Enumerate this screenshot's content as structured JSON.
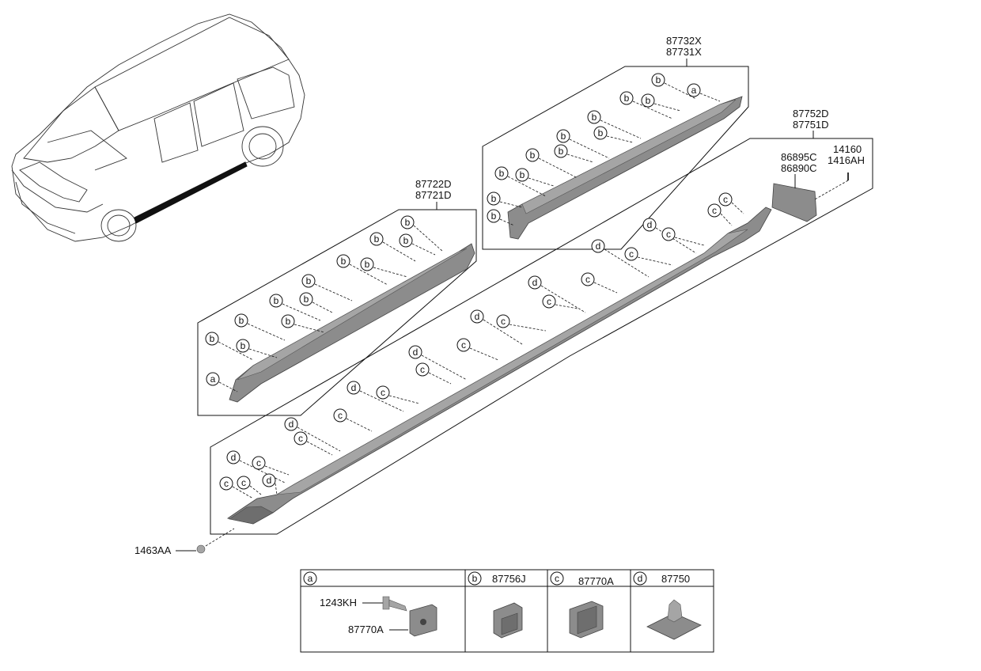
{
  "groups": {
    "upper_panel": {
      "line1": "87732X",
      "line2": "87731X"
    },
    "left_panel": {
      "line1": "87722D",
      "line2": "87721D"
    },
    "right_panel": {
      "line1": "87752D",
      "line2": "87751D"
    },
    "bracket": {
      "line1": "86895C",
      "line2": "86890C"
    },
    "screw": {
      "line1": "14160",
      "line2": "1416AH"
    },
    "clip_bottom": {
      "label": "1463AA"
    }
  },
  "callouts": {
    "a": "a",
    "b": "b",
    "c": "c",
    "d": "d"
  },
  "legend": {
    "a": {
      "key": "a",
      "parts": [
        "1243KH",
        "87770A"
      ]
    },
    "b": {
      "key": "b",
      "part": "87756J"
    },
    "c": {
      "key": "c",
      "part": "87770A"
    },
    "d": {
      "key": "d",
      "part": "87750"
    }
  },
  "colors": {
    "line": "#111111",
    "part_fill": "#8c8c8c"
  }
}
